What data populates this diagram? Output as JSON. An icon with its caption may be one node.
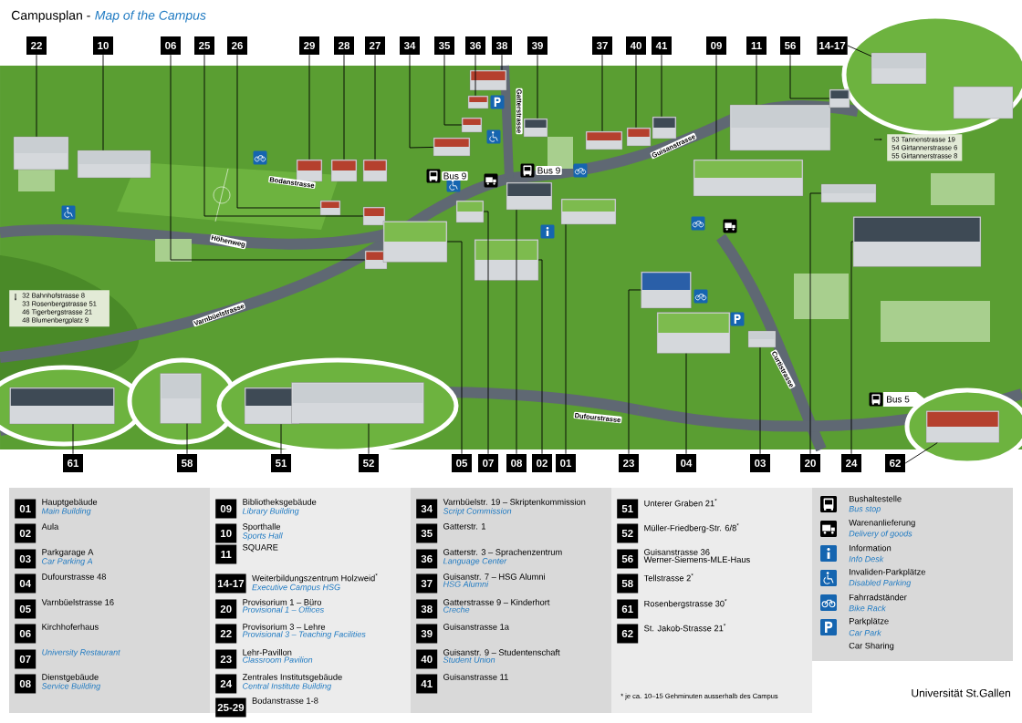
{
  "diagram": {
    "title": "Campusplan -",
    "caption": "Map of the Campus",
    "nodes": [
      {
        "text": [
          "22"
        ]
      },
      {
        "text": [
          "10"
        ]
      },
      {
        "text": [
          "06"
        ]
      },
      {
        "text": [
          "25"
        ]
      },
      {
        "text": [
          "26"
        ]
      },
      {
        "text": [
          "29"
        ]
      },
      {
        "text": [
          "28"
        ]
      },
      {
        "text": [
          "27"
        ]
      },
      {
        "text": [
          "34"
        ]
      },
      {
        "text": [
          "35"
        ]
      },
      {
        "text": [
          "36"
        ]
      },
      {
        "text": [
          "38"
        ]
      },
      {
        "text": [
          "39"
        ]
      },
      {
        "text": [
          "37"
        ]
      },
      {
        "text": [
          "40"
        ]
      },
      {
        "text": [
          "41"
        ]
      },
      {
        "text": [
          "09"
        ]
      },
      {
        "text": [
          "11"
        ]
      },
      {
        "text": [
          "56"
        ]
      },
      {
        "text": [
          "14-17"
        ]
      },
      {
        "text": [
          "53 Tannenstrasse 19",
          "54 Girtannerstrasse 6",
          "55 Girtannerstrasse 8"
        ]
      },
      {
        "text": [
          "32 Bahnhofstrasse 8",
          "33 Rosenbergstrasse 51",
          "46 Tigerbergstrasse 21",
          "48 Blumenbergplatz 9"
        ]
      },
      {
        "text": [
          "61"
        ]
      },
      {
        "text": [
          "58"
        ]
      },
      {
        "text": [
          "51"
        ]
      },
      {
        "text": [
          "52"
        ]
      },
      {
        "text": [
          "05"
        ]
      },
      {
        "text": [
          "07"
        ]
      },
      {
        "text": [
          "08"
        ]
      },
      {
        "text": [
          "02"
        ]
      },
      {
        "text": [
          "01"
        ]
      },
      {
        "text": [
          "23"
        ]
      },
      {
        "text": [
          "04"
        ]
      },
      {
        "text": [
          "03"
        ]
      },
      {
        "text": [
          "20"
        ]
      },
      {
        "text": [
          "24"
        ]
      },
      {
        "text": [
          "62"
        ]
      },
      {
        "text": [
          "01"
        ],
        "beside": [
          "Hauptgebäude",
          "Main Building"
        ]
      },
      {
        "text": [
          "02"
        ],
        "beside": [
          "Aula"
        ]
      },
      {
        "text": [
          "03"
        ],
        "beside": [
          "Parkgarage A",
          "Car Parking A"
        ]
      },
      {
        "text": [
          "04"
        ],
        "beside": [
          "Dufourstrasse 48"
        ]
      },
      {
        "text": [
          "05"
        ],
        "beside": [
          "Varnbüelstrasse 16"
        ]
      },
      {
        "text": [
          "06"
        ],
        "beside": [
          "Kirchhoferhaus"
        ]
      },
      {
        "text": [
          "07"
        ],
        "beside": [
          "University Restaurant"
        ]
      },
      {
        "text": [
          "08"
        ],
        "beside": [
          "Dienstgebäude",
          "Service Building"
        ]
      },
      {
        "text": [
          "09"
        ],
        "beside": [
          "Bibliotheksgebäude",
          "Library Building"
        ]
      },
      {
        "text": [
          "10"
        ],
        "beside": [
          "Sporthalle",
          "Sports Hall"
        ]
      },
      {
        "text": [
          "11"
        ],
        "beside": [
          "SQUARE"
        ]
      },
      {
        "text": [
          "14-17"
        ],
        "beside": [
          "Weiterbildungszentrum Holzweid$^{*}$",
          "Executive Campus HSG"
        ]
      },
      {
        "text": [
          "20"
        ],
        "beside": [
          "Provisorium 1 – Büro",
          "Provisional 1 – Offices"
        ]
      },
      {
        "text": [
          "22"
        ],
        "beside": [
          "Provisorium 3 – Lehre",
          "Provisional 3 – Teaching Facilities"
        ]
      },
      {
        "text": [
          "23"
        ],
        "beside": [
          "Lehr-Pavillon",
          "Classroom Pavilion"
        ]
      },
      {
        "text": [
          "24"
        ],
        "beside": [
          "Zentrales Institutsgebäude",
          "Central Institute Building"
        ]
      },
      {
        "text": [
          "25-29"
        ],
        "beside": [
          "Bodanstrasse 1-8"
        ]
      },
      {
        "text": [
          "34"
        ],
        "beside": [
          "Varnbüelstr. 19 – Skriptenkommission",
          "Script Commission"
        ]
      },
      {
        "text": [
          "35"
        ],
        "beside": [
          "Gatterstr. 1"
        ]
      },
      {
        "text": [
          "36"
        ],
        "beside": [
          "Gatterstr. 3 – Sprachenzentrum",
          "Language Center"
        ]
      },
      {
        "text": [
          "37"
        ],
        "beside": [
          "Guisanstr. 7 – HSG Alumni",
          "HSG Alumni"
        ]
      },
      {
        "text": [
          "38"
        ],
        "beside": [
          "Gatterstrasse 9 – Kinderhort",
          "Creche"
        ]
      },
      {
        "text": [
          "39"
        ],
        "beside": [
          "Guisanstrasse 1a"
        ]
      },
      {
        "text": [
          "40"
        ],
        "beside": [
          "Guisanstr. 9 – Studentenschaft",
          "Student Union"
        ]
      },
      {
        "text": [
          "41"
        ],
        "beside": [
          "Guisanstrasse 11"
        ]
      },
      {
        "text": [
          "51"
        ],
        "beside": [
          "Unterer Graben 21$^{*}$"
        ]
      },
      {
        "text": [
          "52"
        ],
        "beside": [
          "Müller-Friedberg-Str. 6/8$^{*}$"
        ]
      },
      {
        "text": [
          "56"
        ],
        "beside": [
          "Guisanstrasse 36",
          "Werner-Siemens-MLE-Haus"
        ]
      },
      {
        "text": [
          "58"
        ],
        "beside": [
          "Tellstrasse 2$^{*}$"
        ]
      },
      {
        "text": [
          "61"
        ],
        "beside": [
          "Rosenbergstrasse 30$^{*}$"
        ]
      },
      {
        "text": [
          "62"
        ],
        "beside": [
          "St. Jakob-Strasse 21$^{*}$"
        ]
      },
      {
        "text": [],
        "shape": "building"
      },
      {
        "text": [],
        "shape": "building"
      },
      {
        "text": [],
        "shape": "building"
      },
      {
        "text": [],
        "shape": "building"
      },
      {
        "text": [],
        "shape": "building"
      },
      {
        "text": [],
        "shape": "building"
      },
      {
        "text": [],
        "shape": "building"
      },
      {
        "text": [],
        "shape": "building"
      },
      {
        "text": [],
        "shape": "building"
      },
      {
        "text": [],
        "shape": "building"
      },
      {
        "text": [],
        "shape": "building"
      },
      {
        "text": [],
        "shape": "building"
      },
      {
        "text": [],
        "shape": "building"
      },
      {
        "text": [],
        "shape": "building"
      },
      {
        "text": [],
        "shape": "building"
      },
      {
        "text": [],
        "shape": "building"
      },
      {
        "text": [],
        "shape": "building"
      },
      {
        "text": [],
        "shape": "building"
      },
      {
        "text": [],
        "shape": "building"
      },
      {
        "text": [],
        "shape": "building"
      },
      {
        "text": [],
        "shape": "building"
      },
      {
        "text": [],
        "shape": "building"
      },
      {
        "text": [],
        "shape": "building"
      },
      {
        "text": [],
        "shape": "building"
      },
      {
        "text": [],
        "shape": "building"
      },
      {
        "text": [],
        "shape": "building"
      },
      {
        "text": [],
        "shape": "building"
      },
      {
        "text": [],
        "shape": "building"
      },
      {
        "text": [],
        "shape": "building"
      },
      {
        "text": [],
        "shape": "building"
      },
      {
        "text": [],
        "shape": "building"
      },
      {
        "text": [],
        "shape": "building"
      },
      {
        "text": [],
        "shape": "building"
      },
      {
        "text": [],
        "shape": "building"
      },
      {
        "text": [],
        "shape": "building"
      }
    ],
    "edges": [
      {
        "from": 0,
        "to": 68,
        "arrow": "none"
      },
      {
        "from": 1,
        "to": 69,
        "arrow": "none"
      },
      {
        "from": 2,
        "to": 70,
        "arrow": "none"
      },
      {
        "from": 3,
        "to": 71,
        "arrow": "none"
      },
      {
        "from": 4,
        "to": 72,
        "arrow": "none"
      },
      {
        "from": 5,
        "to": 73,
        "arrow": "none"
      },
      {
        "from": 6,
        "to": 74,
        "arrow": "none"
      },
      {
        "from": 7,
        "to": 75,
        "arrow": "none"
      },
      {
        "from": 8,
        "to": 76,
        "arrow": "none"
      },
      {
        "from": 9,
        "to": 77,
        "arrow": "none"
      },
      {
        "from": 10,
        "to": 78,
        "arrow": "none"
      },
      {
        "from": 11,
        "to": 79,
        "arrow": "none"
      },
      {
        "from": 12,
        "to": 80,
        "arrow": "none"
      },
      {
        "from": 13,
        "to": 81,
        "arrow": "none"
      },
      {
        "from": 14,
        "to": 82,
        "arrow": "none"
      },
      {
        "from": 15,
        "to": 83,
        "arrow": "none"
      },
      {
        "from": 16,
        "to": 84,
        "arrow": "none"
      },
      {
        "from": 17,
        "to": 85,
        "arrow": "none"
      },
      {
        "from": 18,
        "to": 86,
        "arrow": "none"
      },
      {
        "from": 19,
        "to": 87,
        "arrow": "none"
      },
      {
        "from": 22,
        "to": 88,
        "arrow": "none"
      },
      {
        "from": 23,
        "to": 89,
        "arrow": "none"
      },
      {
        "from": 24,
        "to": 90,
        "arrow": "none"
      },
      {
        "from": 25,
        "to": 91,
        "arrow": "none"
      },
      {
        "from": 26,
        "to": 92,
        "arrow": "none"
      },
      {
        "from": 27,
        "to": 93,
        "arrow": "none"
      },
      {
        "from": 28,
        "to": 94,
        "arrow": "none"
      },
      {
        "from": 29,
        "to": 95,
        "arrow": "none"
      },
      {
        "from": 30,
        "to": 96,
        "arrow": "none"
      },
      {
        "from": 31,
        "to": 97,
        "arrow": "none"
      },
      {
        "from": 32,
        "to": 98,
        "arrow": "none"
      },
      {
        "from": 33,
        "to": 99,
        "arrow": "none"
      },
      {
        "from": 34,
        "to": 100,
        "arrow": "none"
      },
      {
        "from": 35,
        "to": 101,
        "arrow": "none"
      },
      {
        "from": 36,
        "to": 102,
        "arrow": "none"
      }
    ],
    "labels": [
      "Gatterstrasse",
      "Bus 9",
      "Bus 9",
      "Guisanstrasse",
      "Bodanstrasse",
      "Höhenweg",
      "Varnbüelstrasse",
      "Curtistrasse",
      "Bus 5",
      "Dufourstrasse",
      "Bus stop",
      "Delivery of goods",
      "Info Desk",
      "Disabled Parking",
      "Bike Rack",
      "Car Park",
      "* je ca. 10–15 Gehminuten ausserhalb des Campus",
      "Universität St.Gallen"
    ],
    "legend": [
      {
        "text": "Bushaltestelle"
      },
      {
        "text": "Warenanlieferung"
      },
      {
        "text": "Information"
      },
      {
        "text": "Invaliden-Parkplätze"
      },
      {
        "text": "Fahrradständer"
      },
      {
        "text": "Parkplätze"
      },
      {
        "text": "Car Sharing"
      }
    ]
  }
}
